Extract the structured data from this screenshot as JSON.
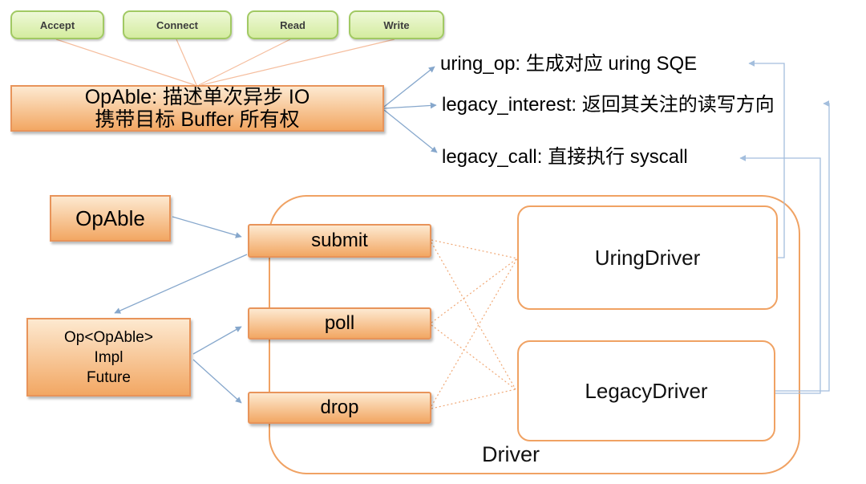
{
  "op_traits": [
    "Accept",
    "Connect",
    "Read",
    "Write"
  ],
  "opable_desc": {
    "line1": "OpAble: 描述单次异步 IO",
    "line2": "携带目标 Buffer 所有权"
  },
  "annotations": {
    "uring_op": "uring_op: 生成对应 uring SQE",
    "legacy_interest": "legacy_interest: 返回其关注的读写方向",
    "legacy_call": "legacy_call: 直接执行 syscall"
  },
  "opable_label": "OpAble",
  "op_impl": {
    "line1": "Op<OpAble>",
    "line2": "Impl",
    "line3": "Future"
  },
  "methods": {
    "submit": "submit",
    "poll": "poll",
    "drop": "drop"
  },
  "drivers": {
    "label": "Driver",
    "uring": "UringDriver",
    "legacy": "LegacyDriver"
  },
  "colors": {
    "green_fill_top": "#eef8d8",
    "green_fill_bottom": "#d4ec9f",
    "green_border": "#a1c963",
    "orange_fill_top": "#fde9d0",
    "orange_fill_bottom": "#f2a763",
    "orange_border": "#e8945a",
    "driver_border": "#f0a263",
    "blue_arrow": "#86a7cc",
    "blue_return": "#a3bedd",
    "dotted_line": "#f0a875",
    "fan_line": "#f5bd9d"
  }
}
